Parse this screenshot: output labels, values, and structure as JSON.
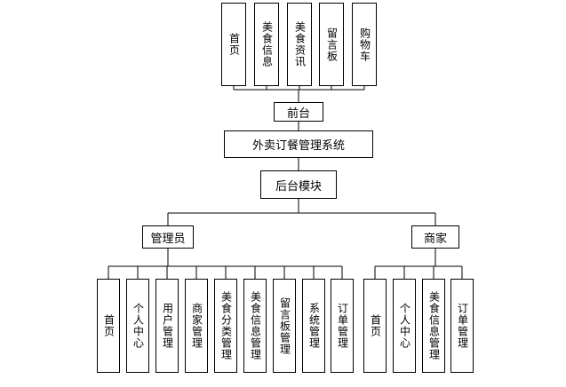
{
  "frontend": {
    "items": [
      "首页",
      "美食信息",
      "美食资讯",
      "留言板",
      "购物车"
    ],
    "hub": "前台"
  },
  "system": {
    "title": "外卖订餐管理系统"
  },
  "backend": {
    "title": "后台模块",
    "admin": {
      "label": "管理员",
      "items": [
        "首页",
        "个人中心",
        "用户管理",
        "商家管理",
        "美食分类管理",
        "美食信息管理",
        "留言板管理",
        "系统管理",
        "订单管理"
      ]
    },
    "merchant": {
      "label": "商家",
      "items": [
        "首页",
        "个人中心",
        "美食信息管理",
        "订单管理"
      ]
    }
  }
}
